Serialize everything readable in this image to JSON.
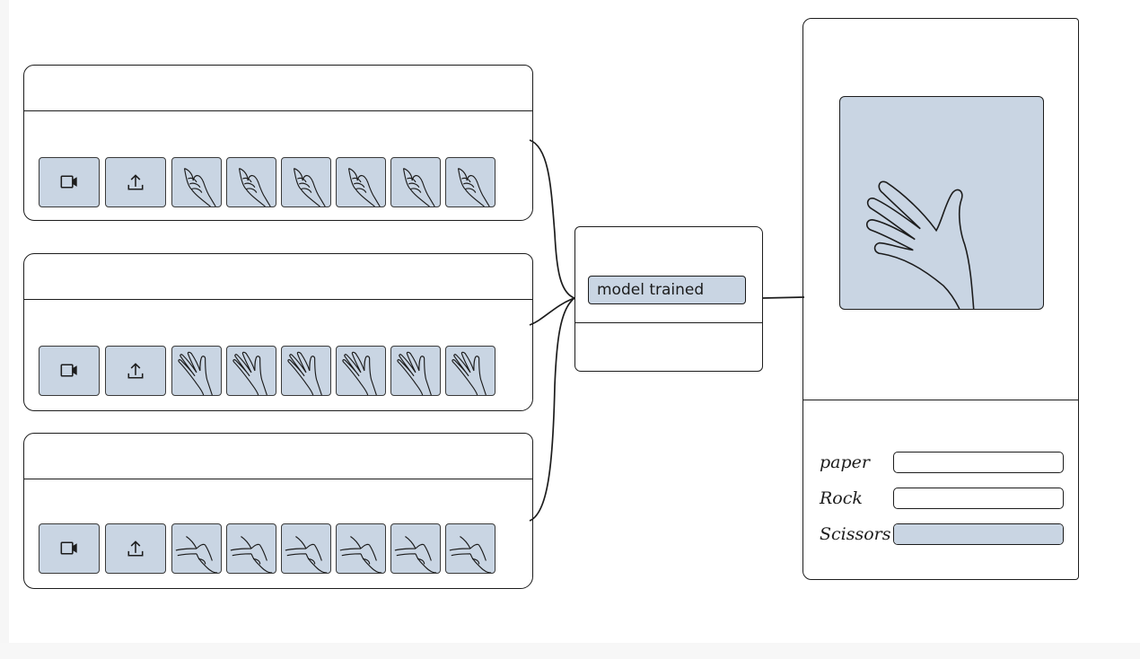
{
  "colors": {
    "tile_fill": "#c9d5e3",
    "ink": "#1c1c1c"
  },
  "classes": [
    {
      "webcam_icon": "video-camera-icon",
      "upload_icon": "upload-icon",
      "sample_gesture": "rock-hand",
      "sample_count": 6
    },
    {
      "webcam_icon": "video-camera-icon",
      "upload_icon": "upload-icon",
      "sample_gesture": "paper-hand",
      "sample_count": 6
    },
    {
      "webcam_icon": "video-camera-icon",
      "upload_icon": "upload-icon",
      "sample_gesture": "scissors-hand",
      "sample_count": 6
    }
  ],
  "training": {
    "status": "model trained"
  },
  "preview": {
    "input_gesture": "paper-hand",
    "predictions": [
      {
        "label": "paper",
        "confidence": 0
      },
      {
        "label": "Rock",
        "confidence": 0
      },
      {
        "label": "Scissors",
        "confidence": 1
      }
    ]
  }
}
